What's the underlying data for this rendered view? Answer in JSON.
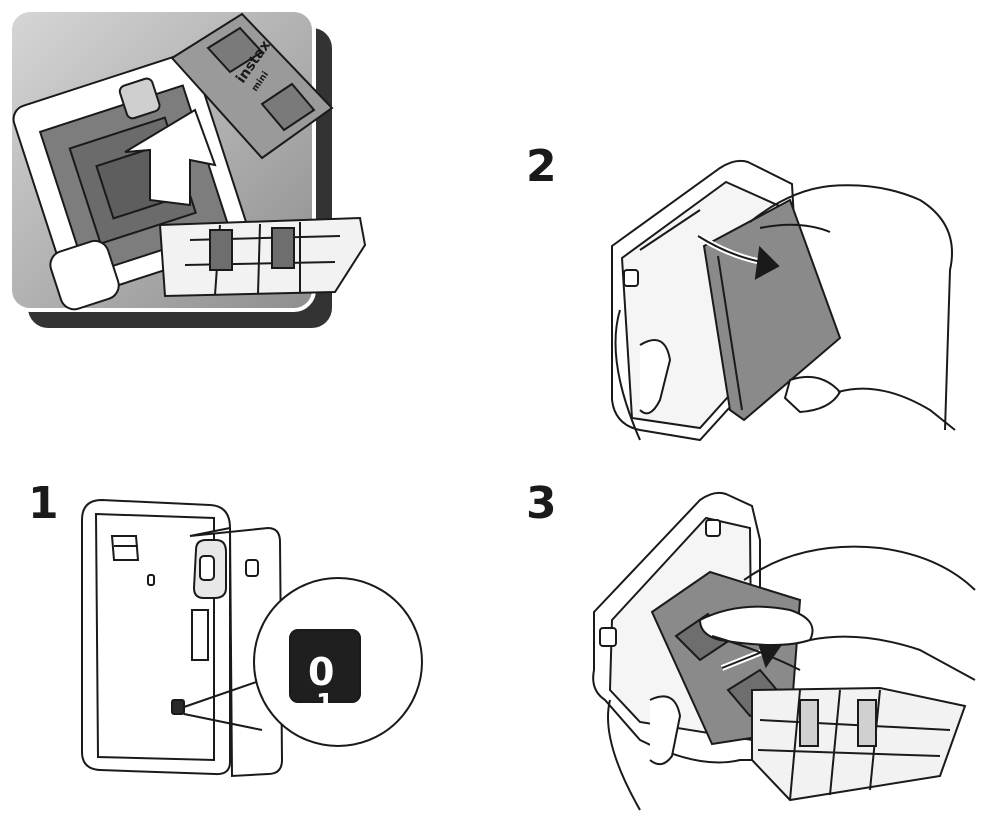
{
  "steps": [
    {
      "number": "1"
    },
    {
      "number": "2"
    },
    {
      "number": "3"
    }
  ],
  "labels": {
    "pack_brand": "instax",
    "pack_sub": "mini",
    "counter_value": "0"
  },
  "colors": {
    "ink": "#1a1a1a",
    "pack_gray": "#9a9a9a",
    "frame_gray": "#a8a8a8",
    "shadow": "#3a3a3a"
  }
}
